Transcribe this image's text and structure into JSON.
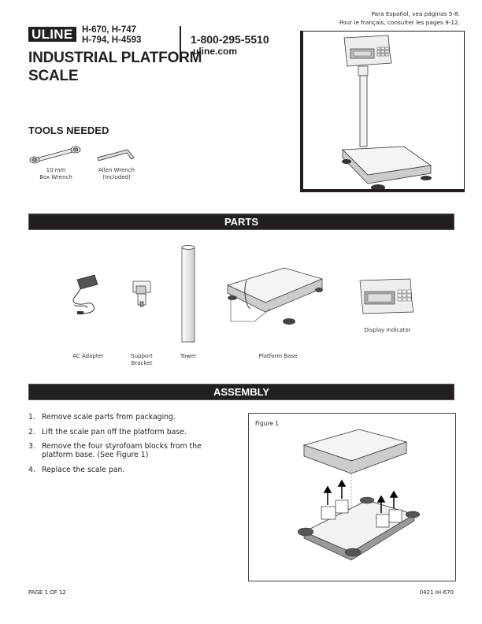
{
  "header": {
    "brand_logo": "ULINE",
    "model_numbers": [
      "H-670, H-747",
      "H-794, H-4593"
    ],
    "title_lines": [
      "INDUSTRIAL PLATFORM",
      "SCALE"
    ],
    "phone": "1-800-295-5510",
    "website": "uline.com",
    "language_notes": [
      "Para Español, vea páginas 5-8.",
      "Pour le français, consulter les pages 9-12."
    ]
  },
  "hero_image": {
    "alt": "industrial-platform-scale-illustration"
  },
  "tools": {
    "heading": "TOOLS NEEDED",
    "items": [
      {
        "line1": "10 mm",
        "line2": "Box Wrench",
        "icon": "box-wrench-icon"
      },
      {
        "line1": "Allen Wrench",
        "line2": "(Included)",
        "icon": "allen-wrench-icon"
      }
    ]
  },
  "parts": {
    "heading": "PARTS",
    "items": [
      {
        "label_lines": [
          "AC Adapter"
        ],
        "icon": "ac-adapter-icon"
      },
      {
        "label_lines": [
          "Support",
          "Bracket"
        ],
        "icon": "support-bracket-icon"
      },
      {
        "label_lines": [
          "Tower"
        ],
        "icon": "tower-icon"
      },
      {
        "label_lines": [
          "Platform Base"
        ],
        "icon": "platform-base-icon"
      },
      {
        "label_lines": [
          "Display Indicator"
        ],
        "icon": "display-indicator-icon"
      }
    ]
  },
  "assembly": {
    "heading": "ASSEMBLY",
    "steps": [
      {
        "num": "1.",
        "text": "Remove scale parts from packaging."
      },
      {
        "num": "2.",
        "text": "Lift the scale pan off the platform base."
      },
      {
        "num": "3.",
        "text": "Remove the four styrofoam blocks from the platform base. (See Figure 1)"
      },
      {
        "num": "4.",
        "text": "Replace the scale pan."
      }
    ],
    "figure_label": "Figure 1"
  },
  "footer": {
    "page": "PAGE 1 OF 12",
    "doc_code": "0421 IH-670"
  }
}
